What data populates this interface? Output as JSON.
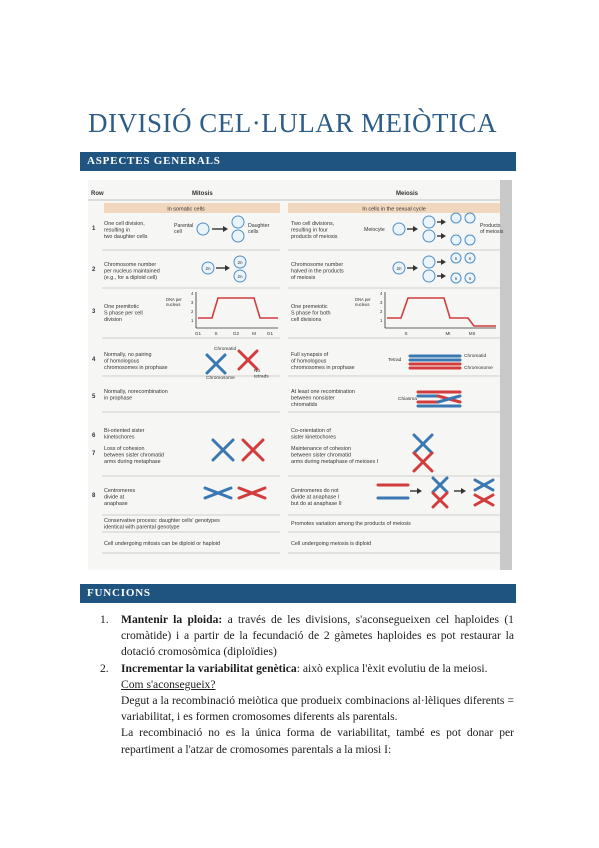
{
  "title": "DIVISIÓ CEL·LULAR MEIÒTICA",
  "sections": {
    "general": "ASPECTES GENERALS",
    "functions": "FUNCIONS"
  },
  "figure": {
    "row_header": "Row",
    "mitosis_header": "Mitosis",
    "meiosis_header": "Meiosis",
    "mitosis_band": "In somatic cells",
    "meiosis_band": "In cells in the sexual cycle",
    "rows": [
      {
        "num": "1",
        "mitosis": [
          "One cell division,",
          "resulting in",
          "two daughter cells"
        ],
        "meiosis": [
          "Two cell divisions,",
          "resulting in four",
          "products of meiosis"
        ]
      },
      {
        "num": "2",
        "mitosis": [
          "Chromosome number",
          "per nucleus maintained",
          "(e.g., for a diploid cell)"
        ],
        "meiosis": [
          "Chromosome number",
          "halved in the products",
          "of meiosis"
        ]
      },
      {
        "num": "3",
        "mitosis": [
          "One premitotic",
          "S phase per cell",
          "division"
        ],
        "meiosis": [
          "One premeiotic",
          "S phase for both",
          "cell divisions"
        ]
      },
      {
        "num": "4",
        "mitosis": [
          "Normally, no pairing",
          "of homologous",
          "chromosomes in prophase"
        ],
        "meiosis": [
          "Full synapsis of",
          "of homologous",
          "chromosomes in prophase"
        ]
      },
      {
        "num": "5",
        "mitosis": [
          "Normally, norecombination",
          "in prophase"
        ],
        "meiosis": [
          "At least one recombination",
          "between nonsister",
          "chromatids"
        ]
      },
      {
        "num": "6",
        "mitosis": [
          "Bi-oriented sister",
          "kinetochores"
        ],
        "meiosis": [
          "Co-orientation of",
          "sister kinetochores"
        ]
      },
      {
        "num": "7",
        "mitosis": [
          "Loss of cohesion",
          "between sister chromatid",
          "arms during metaphase"
        ],
        "meiosis": [
          "Maintenance of cohesion",
          "between sister chromatid",
          "arms during metaphase of meioses I"
        ]
      },
      {
        "num": "8",
        "mitosis": [
          "Centromeres",
          "divide at",
          "anaphase"
        ],
        "meiosis": [
          "Centromeres do not",
          "divide at anaphase I",
          "but do at anaphase II"
        ]
      }
    ],
    "labels": {
      "parental_cell": [
        "Parental",
        "cell"
      ],
      "daughter_cells": [
        "Daughter",
        "cells"
      ],
      "meiocyte": "Meiocyte",
      "products": [
        "Products",
        "of meiosis"
      ],
      "ploidy_2n": "2n",
      "ploidy_n": "n",
      "dna_axis": [
        "DNA per",
        "nucleus"
      ],
      "mitosis_ticks": [
        "G1",
        "S",
        "G2",
        "M",
        "G1"
      ],
      "meiosis_ticks": [
        "S",
        "M",
        "M"
      ],
      "meiosis_tick_subs": [
        "I",
        "II"
      ],
      "y_ticks": [
        "4",
        "3",
        "2",
        "1"
      ],
      "chromatid": "Chromatid",
      "chromosome": "Chromosome",
      "no_tetrads": [
        "No",
        "tetrads"
      ],
      "tetrad": "Tetrad",
      "chiasma": "Chiasma"
    },
    "footer_rows": [
      {
        "mitosis": [
          "Conservative process: daughter cells' genotypes",
          "identical with parental genotype"
        ],
        "meiosis": [
          "Promotes variation among the products of meiosis"
        ]
      },
      {
        "mitosis": [
          "Cell undergoing mitosis can be diploid or haploid"
        ],
        "meiosis": [
          "Cell undergoing meiosis is diploid"
        ]
      }
    ]
  },
  "functions": [
    {
      "num": "1.",
      "title": "Mantenir la ploida:",
      "text": " a través de les divisions, s'aconsegueixen cel haploides (1 cromàtide) i a partir de la fecundació de 2 gàmetes haploides es pot restaurar la dotació cromosòmica (diploïdies)"
    },
    {
      "num": "2.",
      "title": "Incrementar la variabilitat genètica",
      "text": ": això explica l'èxit evolutiu de la meiosi.",
      "question": "Com s'aconsegueix?",
      "p1": "Degut a la recombinació meiòtica que produeix combinacions al·lèliques diferents = variabilitat, i es formen cromosomes diferents als parentals.",
      "p2": "La recombinació no es la única forma de variabilitat, també es pot donar per repartiment a l'atzar de cromosomes parentals a la miosi I:"
    }
  ],
  "colors": {
    "title": "#2d5d88",
    "bar": "#1f5480",
    "band": "#f0d7bd",
    "blue_chromosome": "#3a78b4",
    "red_chromosome": "#d23c3c"
  }
}
